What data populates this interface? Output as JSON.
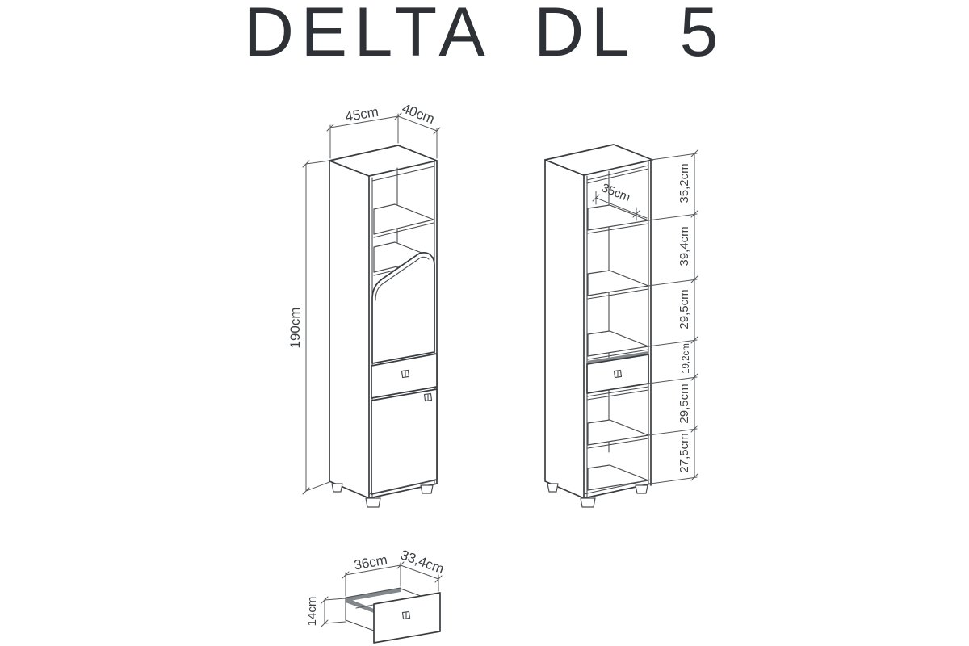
{
  "title": "DELTA DL 5",
  "front_view": {
    "width_label": "45cm",
    "depth_label": "40cm",
    "height_label": "190cm"
  },
  "section_view": {
    "inner_width_label": "35cm",
    "sections": [
      "35,2cm",
      "39,4cm",
      "29,5cm",
      "19,2cm",
      "29,5cm",
      "27,5cm"
    ]
  },
  "drawer_detail": {
    "width_label": "36cm",
    "depth_label": "33,4cm",
    "height_label": "14cm"
  },
  "colors": {
    "line": "#3a3d40",
    "dimension": "#55585b",
    "shade_dark": "#82878c",
    "shade_light": "#aaaeb3",
    "background": "#ffffff"
  }
}
